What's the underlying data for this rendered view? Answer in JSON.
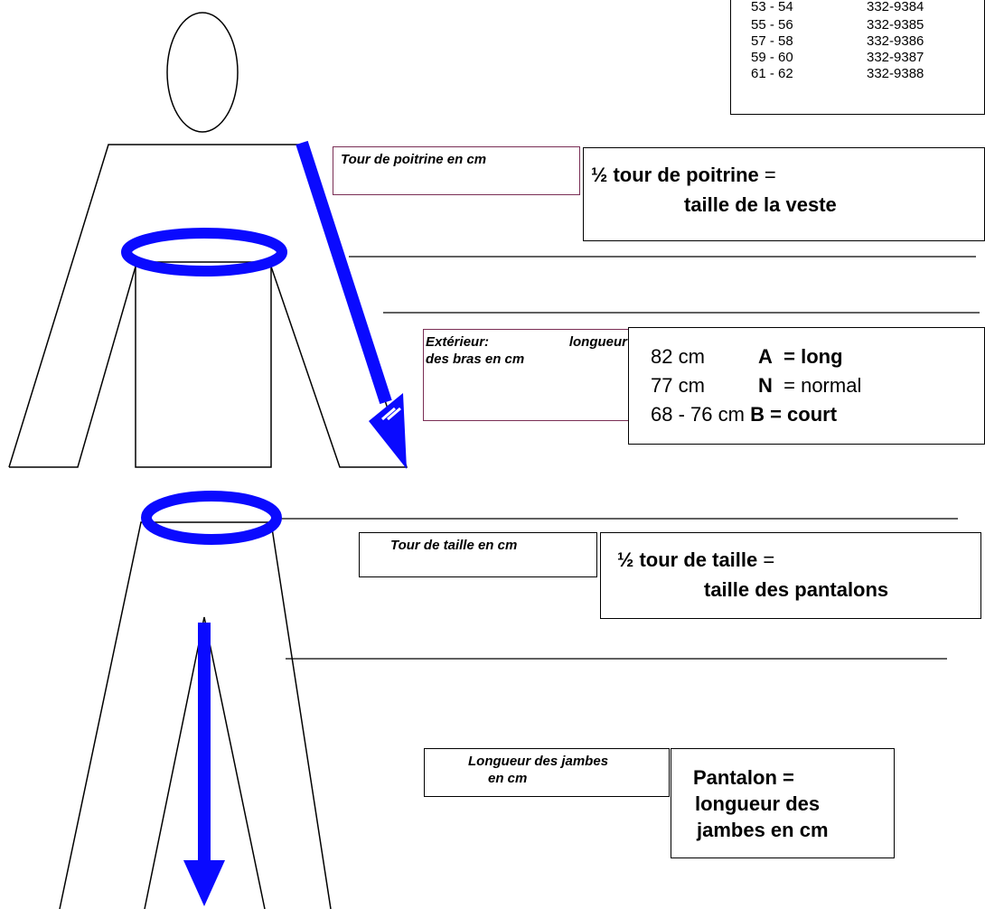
{
  "size_table": {
    "rows": [
      {
        "range": "53 - 54",
        "code": "332-9384"
      },
      {
        "range": "55 - 56",
        "code": "332-9385"
      },
      {
        "range": "57 - 58",
        "code": "332-9386"
      },
      {
        "range": "59 - 60",
        "code": "332-9387"
      },
      {
        "range": "61 - 62",
        "code": "332-9388"
      }
    ]
  },
  "chest": {
    "label": "Tour de poitrine en cm",
    "result_bold": "½ tour de poitrine",
    "result_eq": " =",
    "result_line2": "taille de la veste"
  },
  "arm": {
    "label_part1": "Extérieur:",
    "label_part2": "longueur",
    "label_line2": "des bras en cm",
    "lines": [
      {
        "measure": "82  cm",
        "letter": "A",
        "desc": "= long",
        "desc_bold": true
      },
      {
        "measure": "77  cm",
        "letter": "N",
        "desc": "= normal",
        "desc_bold": false
      },
      {
        "measure": "68 - 76 cm",
        "letter": "B",
        "desc": " = court",
        "desc_bold": true
      }
    ]
  },
  "waist": {
    "label": "Tour de taille en cm",
    "result_bold": "½ tour de taille",
    "result_eq": " =",
    "result_line2": "taille des pantalons"
  },
  "leg": {
    "label_line1": "Longueur des jambes",
    "label_line2": "en cm",
    "result_line1": "Pantalon =",
    "result_line2": "longueur des",
    "result_line3": "jambes en cm"
  },
  "colors": {
    "accent_blue": "#0a0aff",
    "label_border": "#7a2e55",
    "outline": "#000000"
  }
}
